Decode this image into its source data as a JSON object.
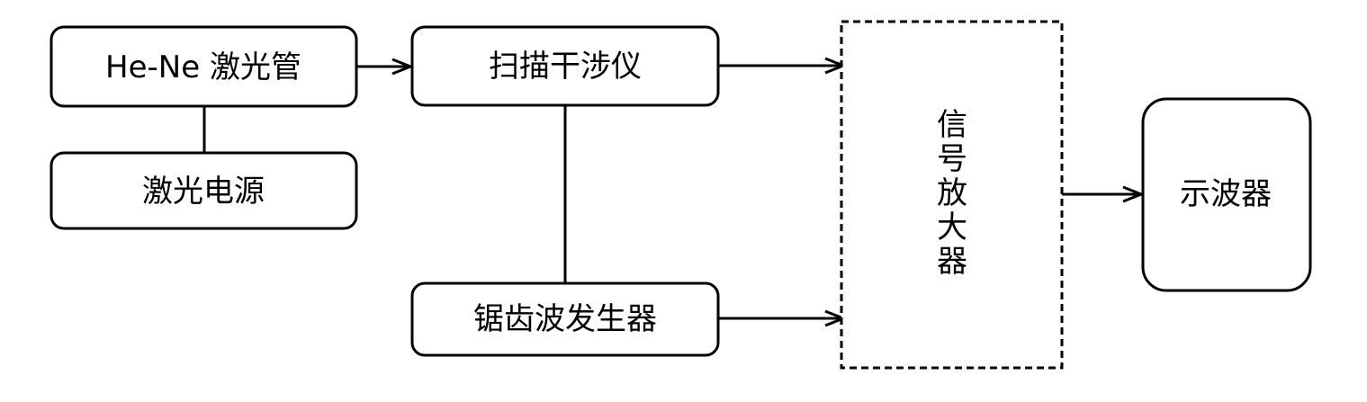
{
  "nodes": {
    "laser_tube": "He-Ne 激光管",
    "laser_power": "激光电源",
    "scanning_interferometer": "扫描干涉仪",
    "sawtooth_generator": "锯齿波发生器",
    "signal_amplifier": "信号放大器",
    "oscilloscope": "示波器"
  },
  "colors": {
    "stroke": "#000000",
    "background": "#ffffff"
  }
}
